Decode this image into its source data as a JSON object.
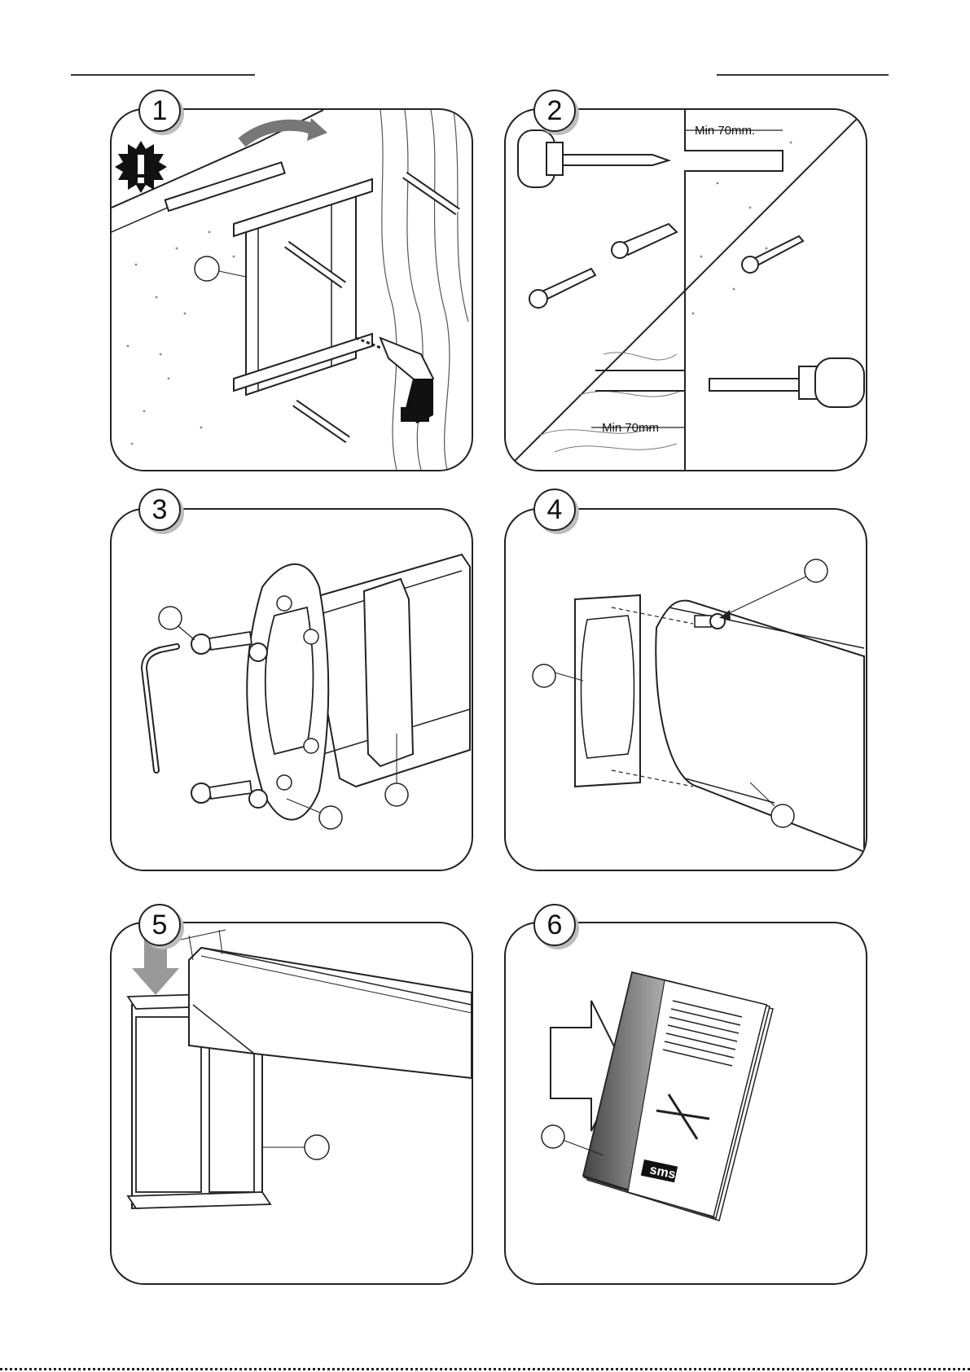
{
  "steps": [
    {
      "number": "1"
    },
    {
      "number": "2",
      "dimension_top": "Min 70mm.",
      "dimension_bottom": "Min 70mm"
    },
    {
      "number": "3"
    },
    {
      "number": "4"
    },
    {
      "number": "5"
    },
    {
      "number": "6",
      "logo_text": "sms"
    }
  ],
  "icons": {
    "warning": "warning-starburst-icon",
    "drill": "power-drill-icon",
    "pencil": "pencil-icon",
    "level": "spirit-level-icon",
    "hex_key": "hex-key-icon",
    "screw": "screw-icon",
    "plug": "wall-plug-icon",
    "arrow": "arrow-icon",
    "manual": "manual-icon"
  },
  "colors": {
    "line": "#222222",
    "fill_gray": "#9a9a9a",
    "shadow": "#bdbdbd"
  }
}
